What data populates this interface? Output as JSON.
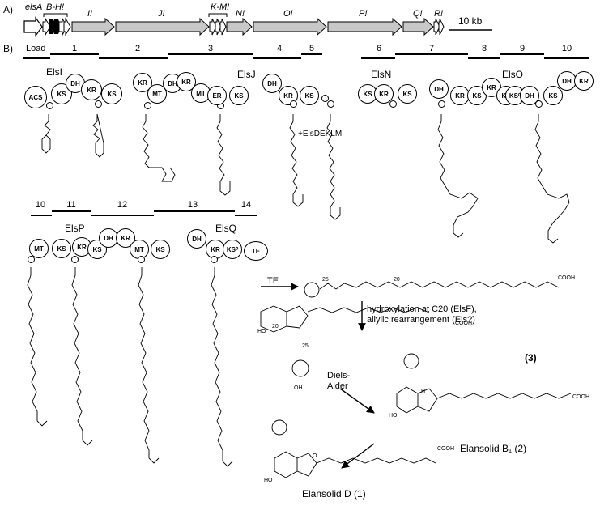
{
  "panel_a": {
    "label": "A)",
    "genes": [
      {
        "id": "elsA",
        "text": "elsA"
      },
      {
        "id": "bh",
        "text": "B-H!"
      },
      {
        "id": "i",
        "text": "I!"
      },
      {
        "id": "j",
        "text": "J!"
      },
      {
        "id": "km",
        "text": "K-M!"
      },
      {
        "id": "n",
        "text": "N!"
      },
      {
        "id": "o",
        "text": "O!"
      },
      {
        "id": "p",
        "text": "P!"
      },
      {
        "id": "q",
        "text": "Q!"
      },
      {
        "id": "r",
        "text": "R!"
      }
    ],
    "scale": "10 kb"
  },
  "panel_b": {
    "label": "B)",
    "load": "Load",
    "modules": [
      "1",
      "2",
      "3",
      "4",
      "5",
      "6",
      "7",
      "8",
      "9",
      "10",
      "10",
      "11",
      "12",
      "13",
      "14"
    ],
    "proteins": [
      "ElsI",
      "ElsJ",
      "ElsN",
      "ElsO",
      "ElsP",
      "ElsQ"
    ],
    "domains": {
      "elsi": [
        "ACS",
        "KS",
        "DH",
        "KR",
        "KS"
      ],
      "elsj": [
        "KR",
        "MT",
        "DH",
        "KR",
        "MT",
        "ER",
        "KS",
        "DH",
        "KR",
        "KS"
      ],
      "elsn": [
        "KS",
        "KR",
        "KS"
      ],
      "elso": [
        "DH",
        "KR",
        "KS",
        "KR",
        "KS",
        "KS⁰",
        "DH",
        "KS",
        "DH",
        "KR"
      ],
      "elsp": [
        "MT",
        "KS",
        "KR",
        "KS",
        "DH",
        "KR",
        "MT",
        "KS"
      ],
      "elsq": [
        "DH",
        "KR",
        "KS⁰",
        "TE"
      ]
    },
    "addition": "+ElsDEKLM",
    "te_arrow": "TE",
    "step1": "hydroxylation at C20 (ElsF),\nallylic rearrangement (Els?)",
    "da_label": "Diels-\nAlder",
    "compound3": "(3)",
    "elansolid_b1": "Elansolid B₁ (2)",
    "elansolid_d": "Elansolid D (1)",
    "atom_labels": {
      "c25": "25",
      "c20": "20",
      "oh": "OH",
      "ho": "HO",
      "cooh": "COOH",
      "h": "H",
      "o": "O"
    }
  },
  "colors": {
    "gene_fill": "#c8c8c8",
    "stroke": "#000000"
  }
}
